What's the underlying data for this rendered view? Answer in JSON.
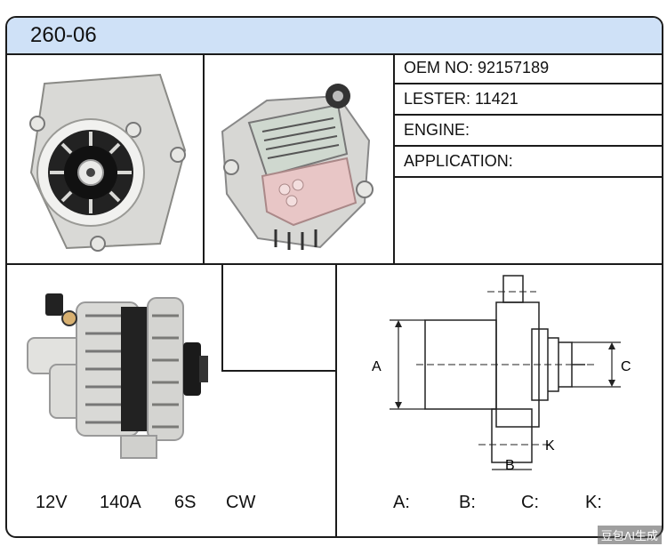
{
  "part_code": "260-06",
  "info": {
    "oem_no": "OEM NO: 92157189",
    "lester": "LESTER: 11421",
    "engine": "ENGINE:",
    "application": "APPLICATION:"
  },
  "specs": {
    "voltage": "12V",
    "amperage": "140A",
    "pulley": "6S",
    "rotation": "CW"
  },
  "dimension_labels": {
    "a": "A:",
    "b": "B:",
    "c": "C:",
    "k": "K:"
  },
  "diagram_letters": {
    "a": "A",
    "b": "B",
    "c": "C",
    "k": "K"
  },
  "watermark": "豆包AI生成"
}
